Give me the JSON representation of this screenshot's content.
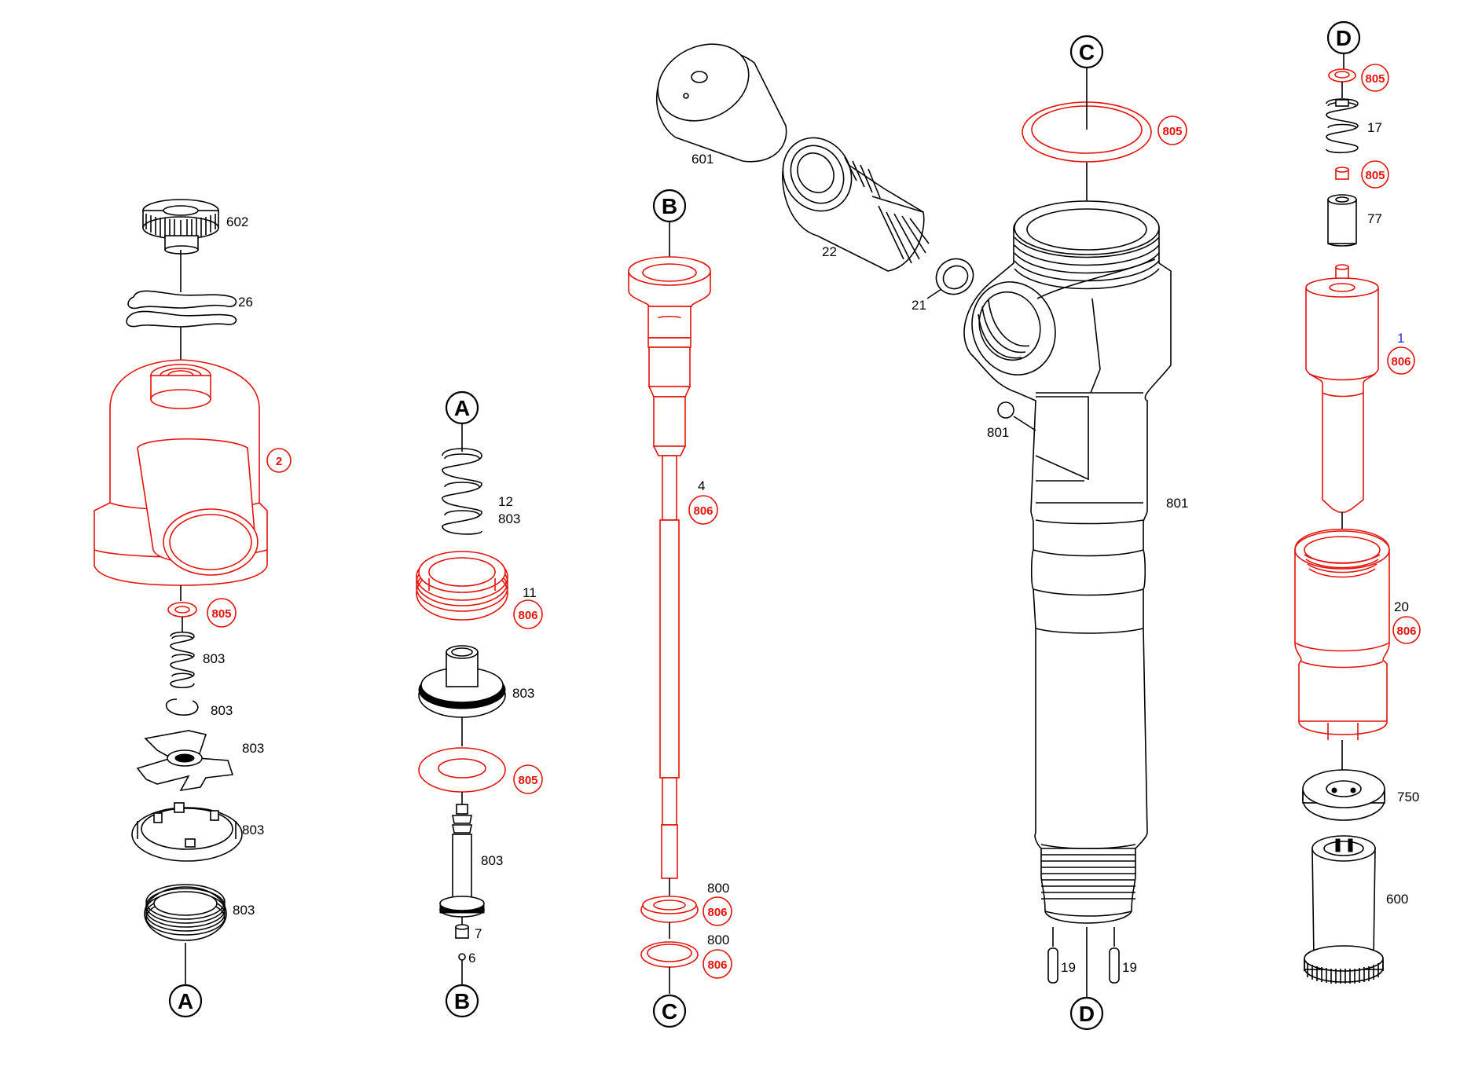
{
  "colors": {
    "highlight": "#e3120b",
    "line": "#000000",
    "blue_label": "#1a2fd6"
  },
  "connectors": {
    "a": "A",
    "b": "B",
    "c": "C",
    "d": "D"
  },
  "labels": {
    "p602": "602",
    "p26": "26",
    "p2": "2",
    "p805": "805",
    "p803": "803",
    "p12": "12",
    "p11": "11",
    "p806": "806",
    "p7": "7",
    "p6": "6",
    "p4": "4",
    "p800": "800",
    "p601": "601",
    "p22": "22",
    "p21": "21",
    "p801": "801",
    "p19": "19",
    "p17": "17",
    "p77": "77",
    "p1": "1",
    "p20": "20",
    "p750": "750",
    "p600": "600"
  }
}
